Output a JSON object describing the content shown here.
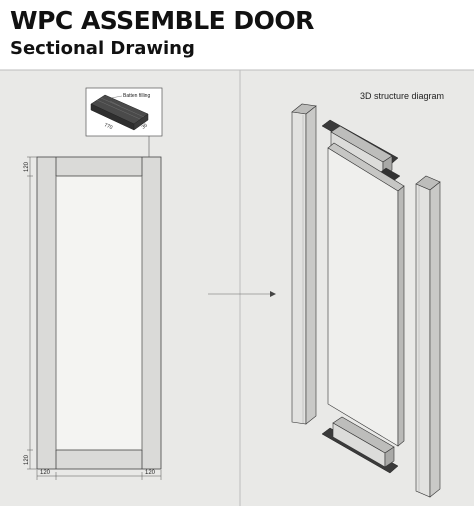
{
  "header": {
    "title": "WPC ASSEMBLE DOOR",
    "subtitle": "Sectional Drawing"
  },
  "section_drawing": {
    "detail_label": "Batten filling",
    "detail_dim_length": "770",
    "detail_dim_width": "35",
    "dim_top": "120",
    "dim_bottom": "120",
    "dim_left": "120",
    "dim_right": "120"
  },
  "structure_3d": {
    "label": "3D structure diagram"
  },
  "colors": {
    "background": "#e9e9e7",
    "frame_fill": "#d8d8d6",
    "line": "#333333"
  }
}
